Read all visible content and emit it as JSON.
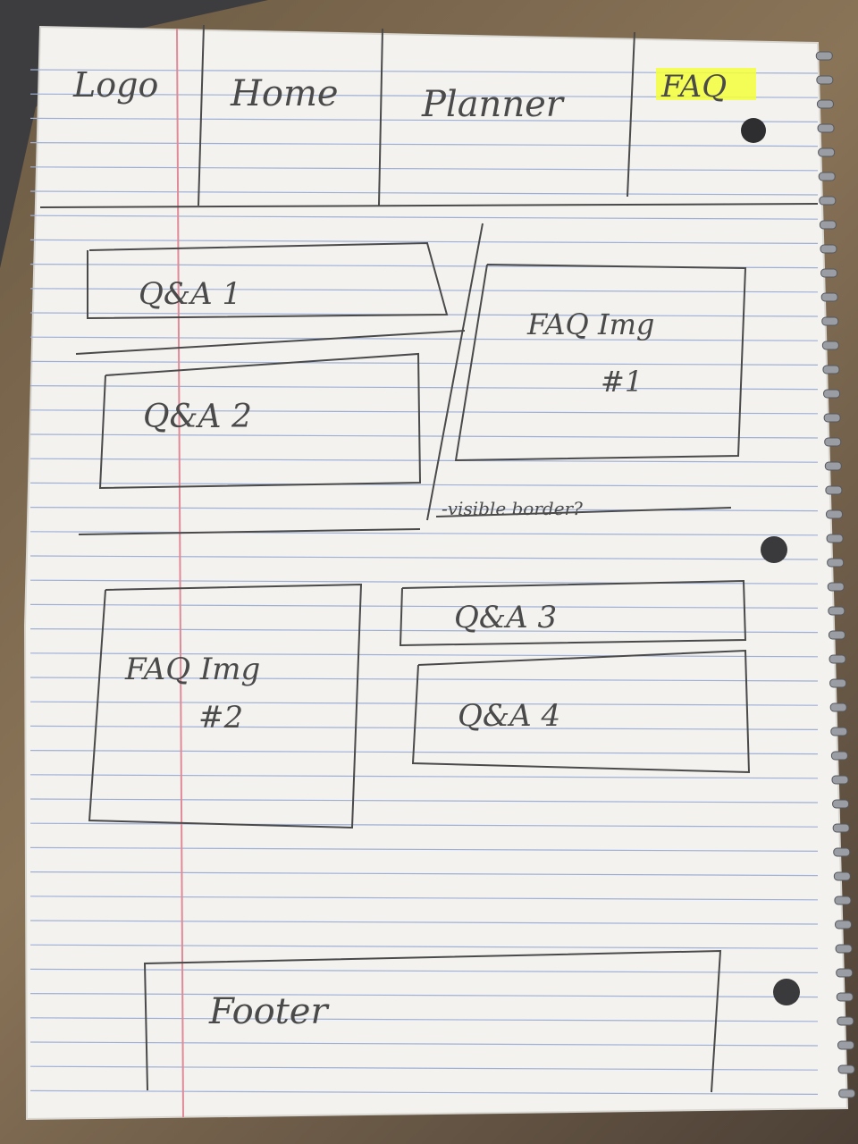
{
  "nav": {
    "logo": "Logo",
    "home": "Home",
    "planner": "Planner",
    "faq": "FAQ"
  },
  "section1": {
    "qa1": "Q&A 1",
    "qa2": "Q&A 2",
    "img1_line1": "FAQ Img",
    "img1_line2": "#1",
    "note": "-visible border?"
  },
  "section2": {
    "img2_line1": "FAQ Img",
    "img2_line2": "#2",
    "qa3": "Q&A 3",
    "qa4": "Q&A 4"
  },
  "footer": {
    "label": "Footer"
  },
  "colors": {
    "paper": "#f3f2ef",
    "rule_line": "#9fb0d6",
    "margin_line": "#e08a98",
    "pencil": "#4a4a4a",
    "highlighter": "#f3ff3a"
  }
}
